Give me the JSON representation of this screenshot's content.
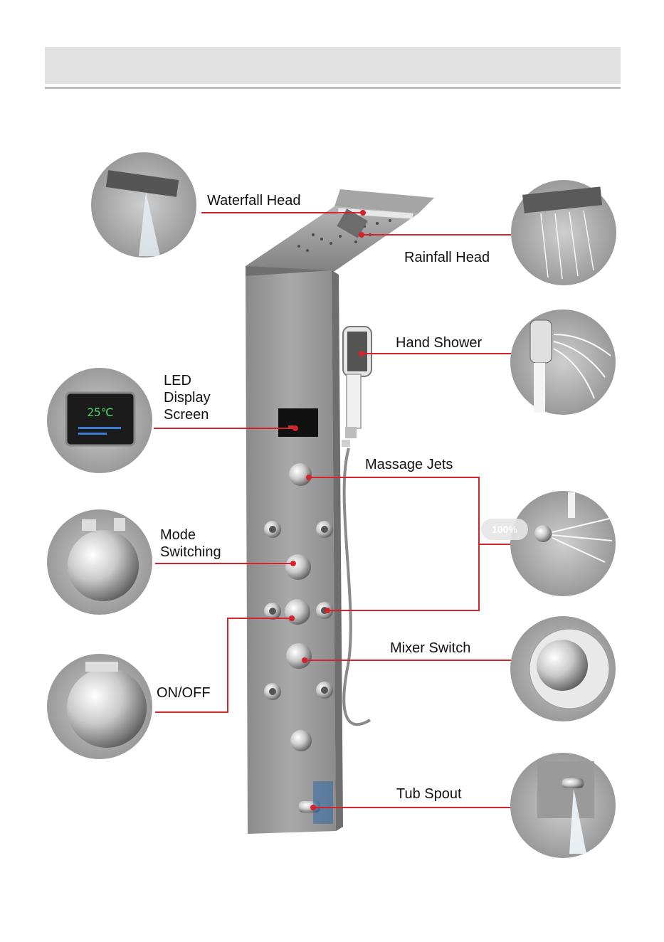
{
  "header": {
    "title": ""
  },
  "labels": {
    "waterfall_head": "Waterfall Head",
    "rainfall_head": "Rainfall Head",
    "hand_shower": "Hand Shower",
    "led_display_line1": "LED",
    "led_display_line2": "Display",
    "led_display_line3": "Screen",
    "massage_jets": "Massage Jets",
    "mode_switching_line1": "Mode",
    "mode_switching_line2": "Switching",
    "mixer_switch": "Mixer Switch",
    "on_off": "ON/OFF",
    "tub_spout": "Tub Spout"
  },
  "detail_badges": {
    "massage_strength": "100%"
  },
  "display": {
    "temperature": "25℃"
  },
  "colors": {
    "leader_line": "#d6222a",
    "panel": "#9a9a9a",
    "header_bar": "#e2e2e2"
  }
}
